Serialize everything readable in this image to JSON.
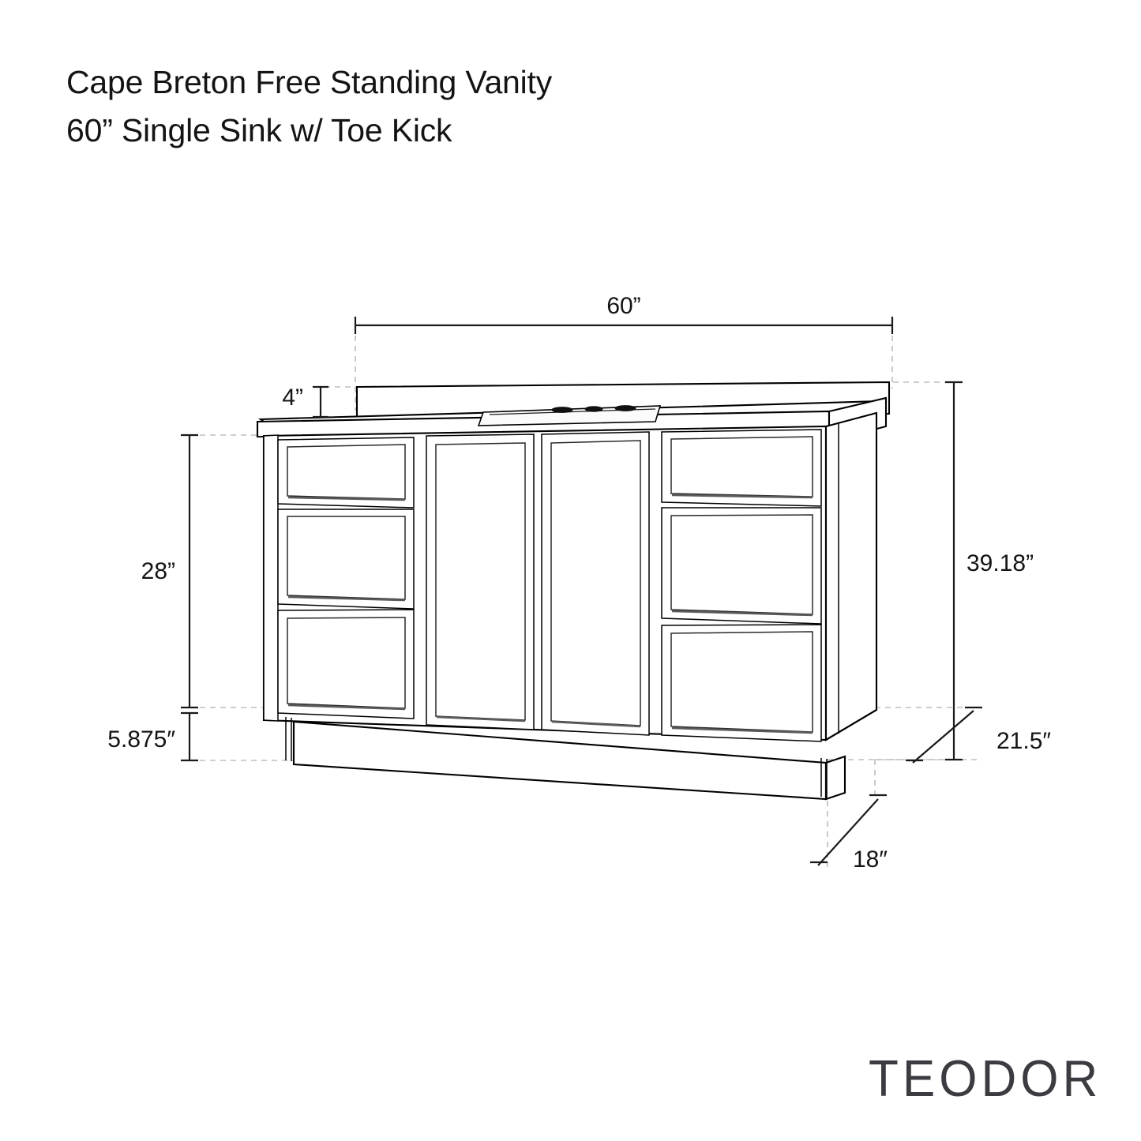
{
  "document": {
    "title_lines": [
      "Cape Breton Free Standing Vanity",
      "60” Single Sink w/ Toe Kick"
    ],
    "brand": "TEODOR",
    "background_color": "#ffffff",
    "line_color": "#000000",
    "extension_line_color": "#bdbdbd",
    "text_color": "#141414"
  },
  "product": {
    "name": "Cape Breton Free Standing Vanity",
    "configuration": "60” Single Sink w/ Toe Kick",
    "width": "60”",
    "sink_count": 1,
    "feature": "Toe Kick"
  },
  "dimensions": {
    "overall_width": {
      "label": "60”",
      "value": 60,
      "unit": "in",
      "placement": "top"
    },
    "backsplash_height": {
      "label": "4”",
      "value": 4,
      "unit": "in",
      "placement": "upper-left"
    },
    "cabinet_height": {
      "label": "28”",
      "value": 28,
      "unit": "in",
      "placement": "left"
    },
    "toe_kick_height": {
      "label": "5.875″",
      "value": 5.875,
      "unit": "in",
      "placement": "lower-left"
    },
    "overall_height": {
      "label": "39.18”",
      "value": 39.18,
      "unit": "in",
      "placement": "right"
    },
    "counter_depth": {
      "label": "21.5″",
      "value": 21.5,
      "unit": "in",
      "placement": "lower-right-diagonal"
    },
    "cabinet_depth": {
      "label": "18″",
      "value": 18,
      "unit": "in",
      "placement": "bottom-right-diagonal"
    }
  },
  "drawing": {
    "view": "three-quarter perspective line drawing",
    "components": [
      {
        "name": "backsplash",
        "count": 1
      },
      {
        "name": "countertop",
        "count": 1
      },
      {
        "name": "integrated-sink-basin",
        "count": 1
      },
      {
        "name": "faucet-hole",
        "count": 3
      },
      {
        "name": "left-drawer-stack",
        "count": 3
      },
      {
        "name": "right-drawer-stack",
        "count": 3
      },
      {
        "name": "center-door",
        "count": 2
      },
      {
        "name": "toe-kick",
        "count": 1
      }
    ]
  },
  "chart_data": {
    "type": "table",
    "title": "Cape Breton Free Standing Vanity — 60” Single Sink w/ Toe Kick",
    "categories": [
      "60”",
      "4”",
      "28”",
      "5.875″",
      "39.18”",
      "21.5″",
      "18″"
    ],
    "values": [
      60,
      4,
      28,
      5.875,
      39.18,
      21.5,
      18
    ],
    "labels": [
      "Overall width",
      "Backsplash height",
      "Cabinet height",
      "Toe kick height",
      "Overall height",
      "Countertop depth",
      "Cabinet depth"
    ],
    "unit": "inches"
  }
}
